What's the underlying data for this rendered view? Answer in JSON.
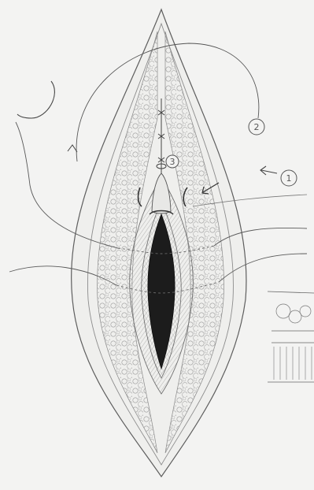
{
  "figure": {
    "labels": [
      {
        "id": "marker-1",
        "text": "1"
      },
      {
        "id": "marker-2",
        "text": "2"
      },
      {
        "id": "marker-3",
        "text": "3"
      }
    ]
  },
  "colors": {
    "paper": "#f3f3f2",
    "pencil": "#6b6b6b",
    "pencil_light": "#a5a5a5",
    "pencil_dark": "#2a2a2a",
    "cavity": "#1a1a1a"
  }
}
